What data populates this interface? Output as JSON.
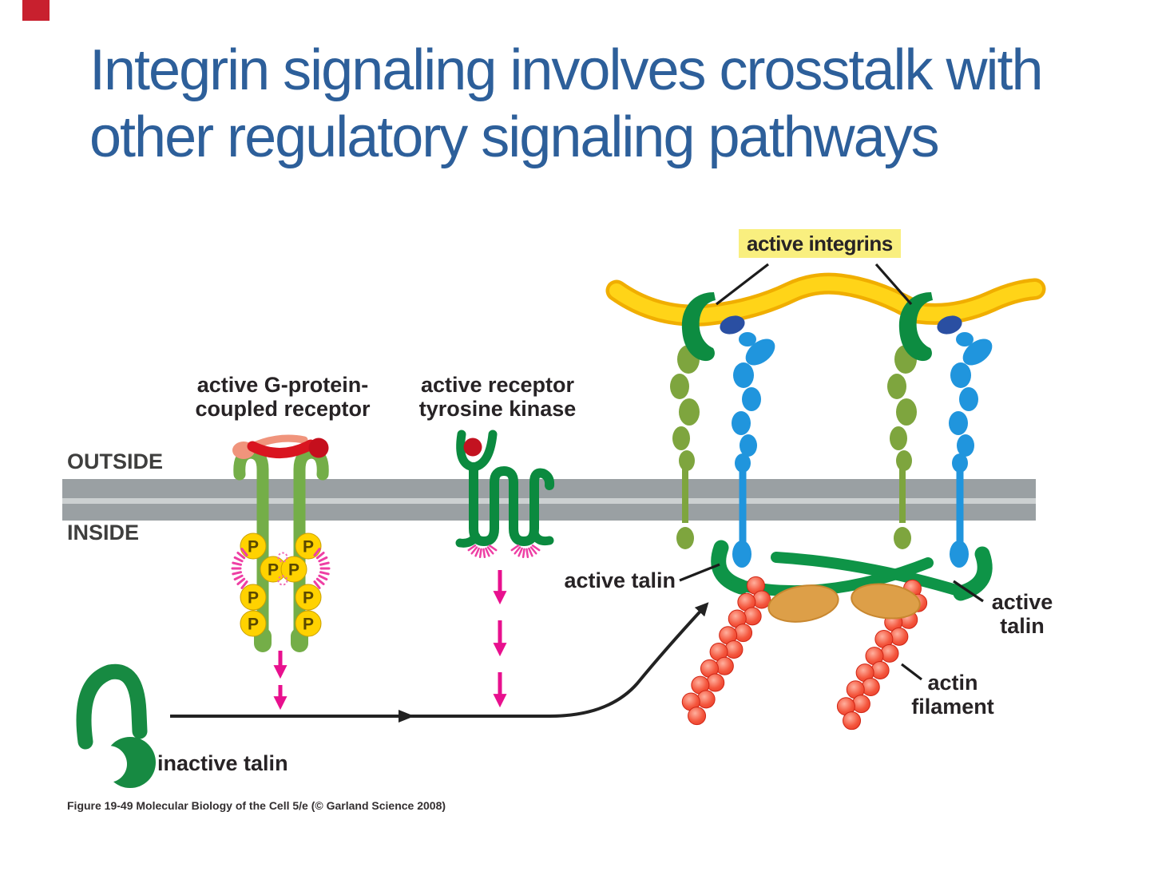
{
  "slide": {
    "title_line1": "Integrin signaling involves crosstalk with",
    "title_line2": "other regulatory signaling pathways",
    "caption": "Figure 19-49  Molecular Biology of the Cell 5/e (© Garland Science 2008)"
  },
  "labels": {
    "active_integrins": "active integrins",
    "gpcr_line1": "active G-protein-",
    "gpcr_line2": "coupled receptor",
    "rtk_line1": "active receptor",
    "rtk_line2": "tyrosine kinase",
    "outside": "OUTSIDE",
    "inside": "INSIDE",
    "active_talin_left": "active talin",
    "active_talin_right_line1": "active",
    "active_talin_right_line2": "talin",
    "actin_line1": "actin",
    "actin_line2": "filament",
    "inactive_talin": "inactive talin",
    "phosphate": "P"
  },
  "colors": {
    "title_blue": "#2d5f9a",
    "label_black": "#272325",
    "membrane_gray": "#9aa0a3",
    "membrane_gap": "#ccd0d1",
    "matrix_yellow": "#ffd418",
    "matrix_yellow_dark": "#f0ae00",
    "integrin_head_green": "#0d8c41",
    "talin_green": "#0e9447",
    "inactive_talin_green": "#178a42",
    "alpha_olive": "#7ea53e",
    "beta_blue": "#2095dd",
    "dark_blue": "#2a4fa2",
    "gpcr_green": "#74ae48",
    "rtk_green": "#0b8a3f",
    "ligand_red": "#d91520",
    "ligand_salmon": "#f0947c",
    "phosphate_yellow": "#ffd200",
    "phosphate_text": "#5a4800",
    "magenta": "#e8108e",
    "pink_rays": "#ee3fa4",
    "actin_red": "#f4563d",
    "actin_dark": "#d02615",
    "vinculin_orange": "#dd9f48",
    "highlight_yellow": "#f9ef7f"
  }
}
